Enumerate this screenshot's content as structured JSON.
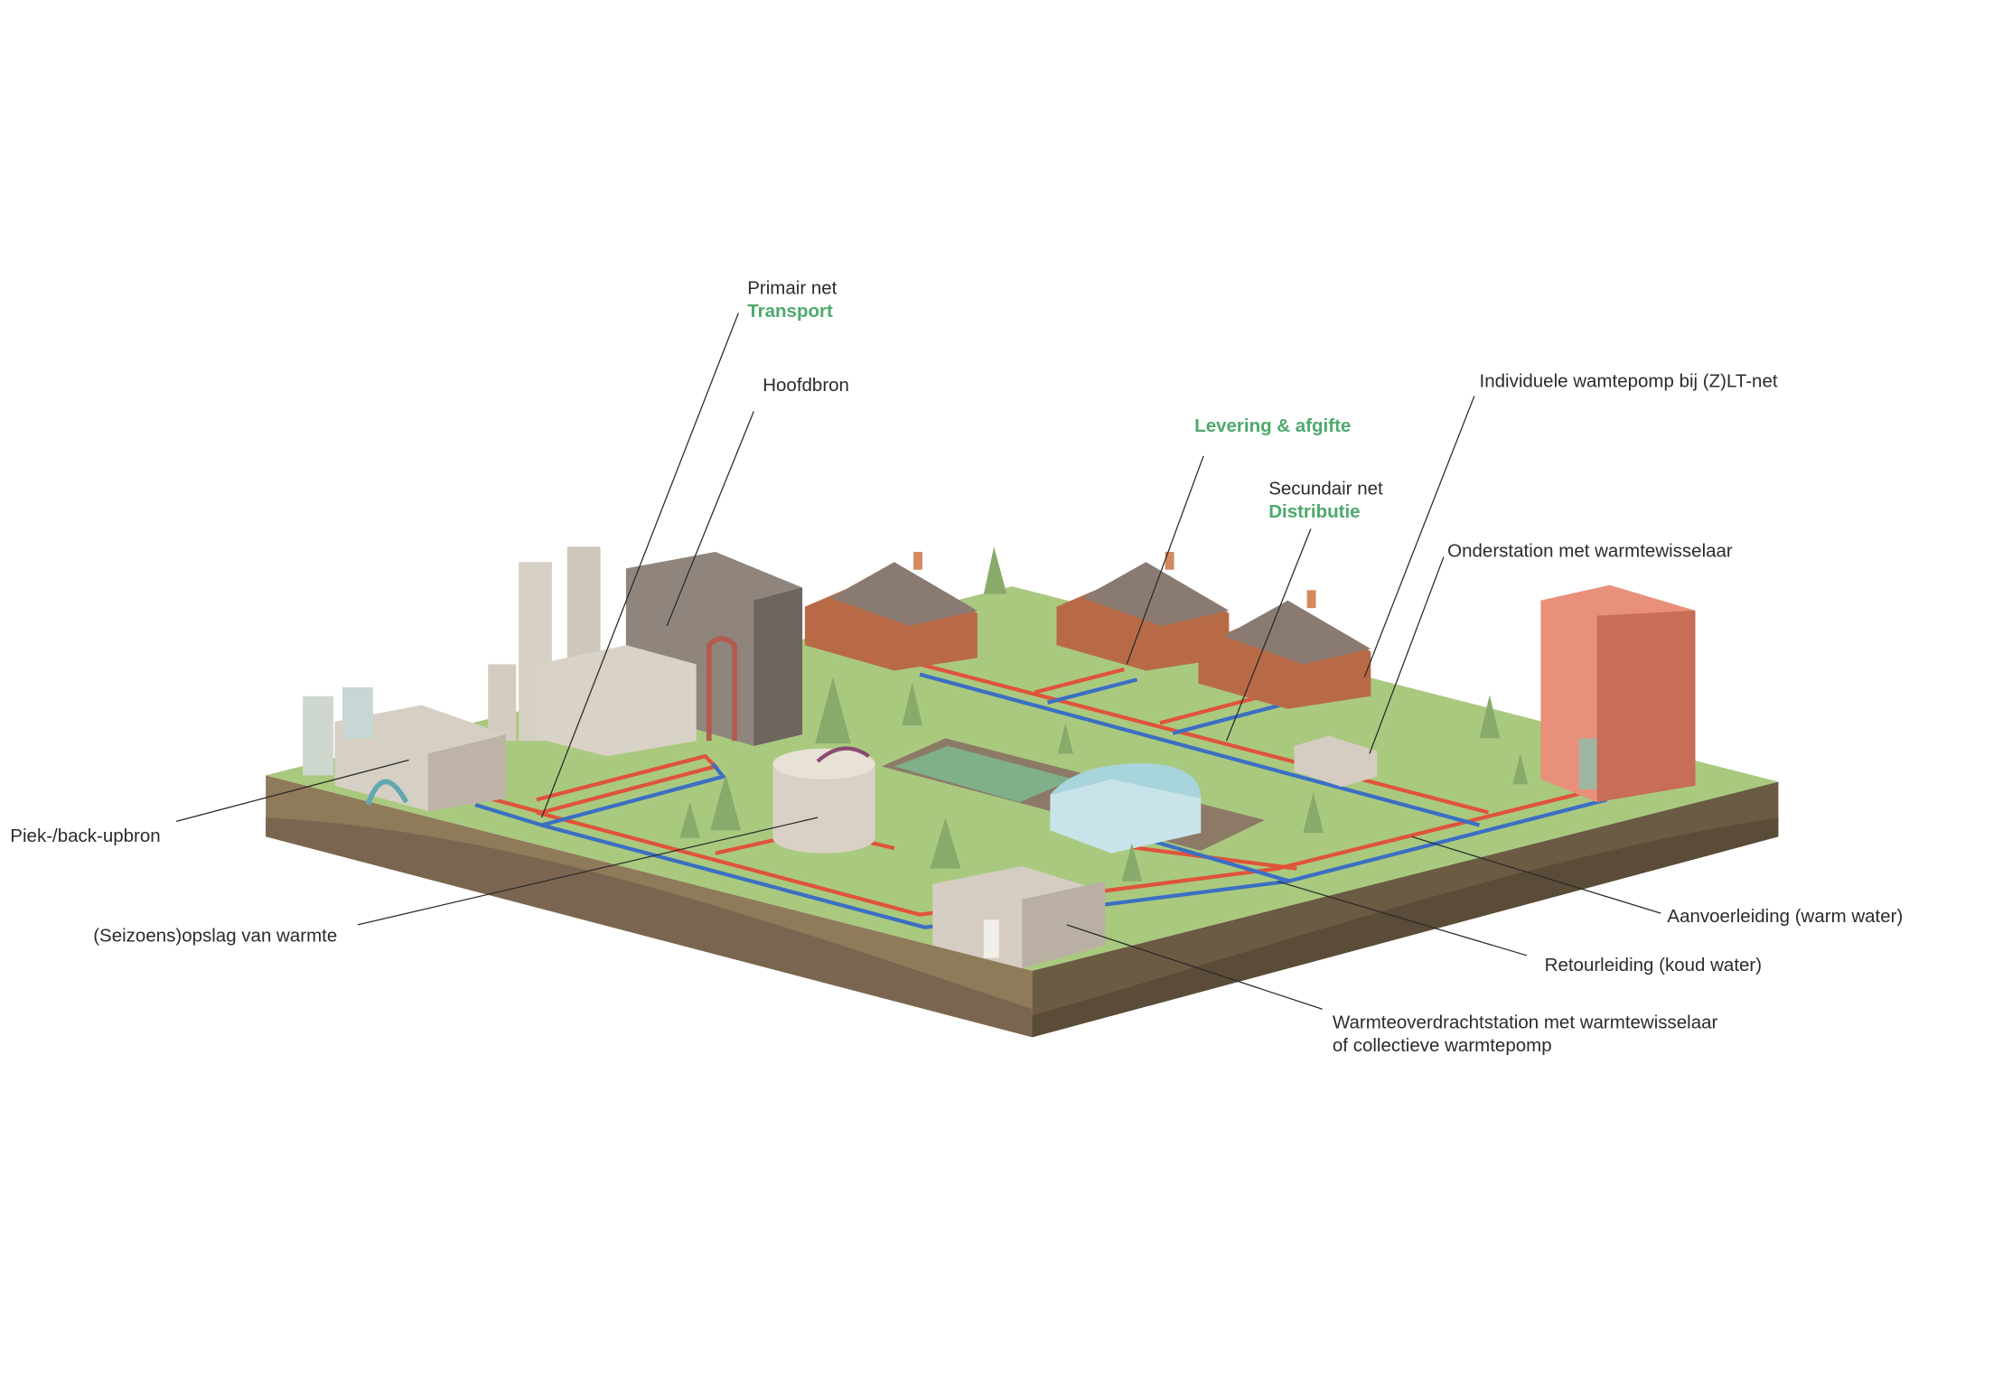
{
  "title": "Warmtenet schema",
  "labels": {
    "primair": "Primair net",
    "transport": "Transport",
    "hoofdbron": "Hoofdbron",
    "levering": "Levering & afgifte",
    "secundair": "Secundair net",
    "distributie": "Distributie",
    "individuele": "Individuele wamtepomp bij (Z)LT-net",
    "onderstation": "Onderstation met warmtewisselaar",
    "piek": "Piek-/back-upbron",
    "seizoens": "(Seizoens)opslag van warmte",
    "aanvoer": "Aanvoerleiding (warm water)",
    "retour": "Retourleiding (koud water)",
    "wos1": "Warmteoverdrachtstation met warmtewisselaar",
    "wos2": "of collectieve warmtepomp"
  },
  "colors": {
    "supply": "#e0533a",
    "return": "#3b6fc4",
    "accent_text": "#4ea96c",
    "grass": "#a9c97f",
    "soil": "#8d7456"
  }
}
